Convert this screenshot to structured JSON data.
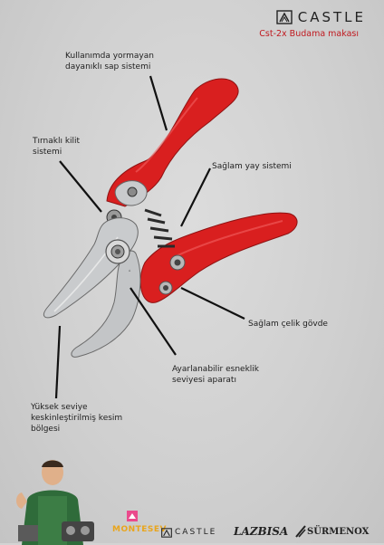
{
  "brand": {
    "name": "CASTLE",
    "product_title": "Cst-2x Budama makası"
  },
  "callouts": {
    "handle_system": "Kullanımda yormayan dayanıklı sap sistemi",
    "lock": "Tırnaklı kilit sistemi",
    "spring": "Sağlam yay sistemi",
    "body": "Sağlam çelik gövde",
    "adjuster": "Ayarlanabilir esneklik seviyesi aparatı",
    "blade": "Yüksek seviye keskinleştirilmiş kesim bölgesi"
  },
  "footer_logos": {
    "montesev": "MONTESEV",
    "castle": "CASTLE",
    "lazbisa": "LAZBISA",
    "surmenox": "SÜRMENOX"
  },
  "colors": {
    "handle_red": "#d91f1f",
    "accent_red": "#c0191f",
    "steel": "#c9cbcd",
    "background": "#d3d3d3"
  }
}
